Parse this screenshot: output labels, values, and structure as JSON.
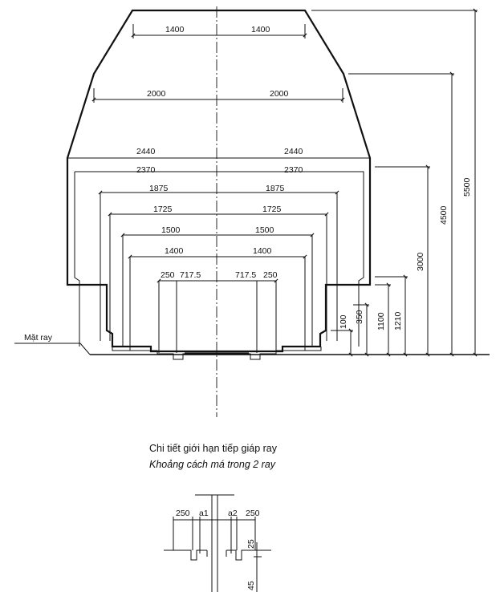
{
  "labels": {
    "rail_surface": "Mặt ray",
    "detail_title": "Chi tiết giới hạn tiếp giáp ray",
    "detail_subtitle": "Khoảng cách má trong 2 ray"
  },
  "half_widths": {
    "w1400_top": "1400",
    "w2000": "2000",
    "w2440": "2440",
    "w2370": "2370",
    "w1875": "1875",
    "w1725": "1725",
    "w1500": "1500",
    "w1400_low": "1400",
    "w250": "250",
    "w717_5": "717.5"
  },
  "heights": {
    "h5500": "5500",
    "h4500": "4500",
    "h3000": "3000",
    "h1210": "1210",
    "h1100": "1100",
    "h350": "350",
    "h100": "100"
  },
  "detail_dims": {
    "d250": "250",
    "a1": "a1",
    "a2": "a2",
    "d25": "25",
    "d45": "45"
  },
  "colors": {
    "ink": "#111111",
    "paper": "#ffffff"
  }
}
